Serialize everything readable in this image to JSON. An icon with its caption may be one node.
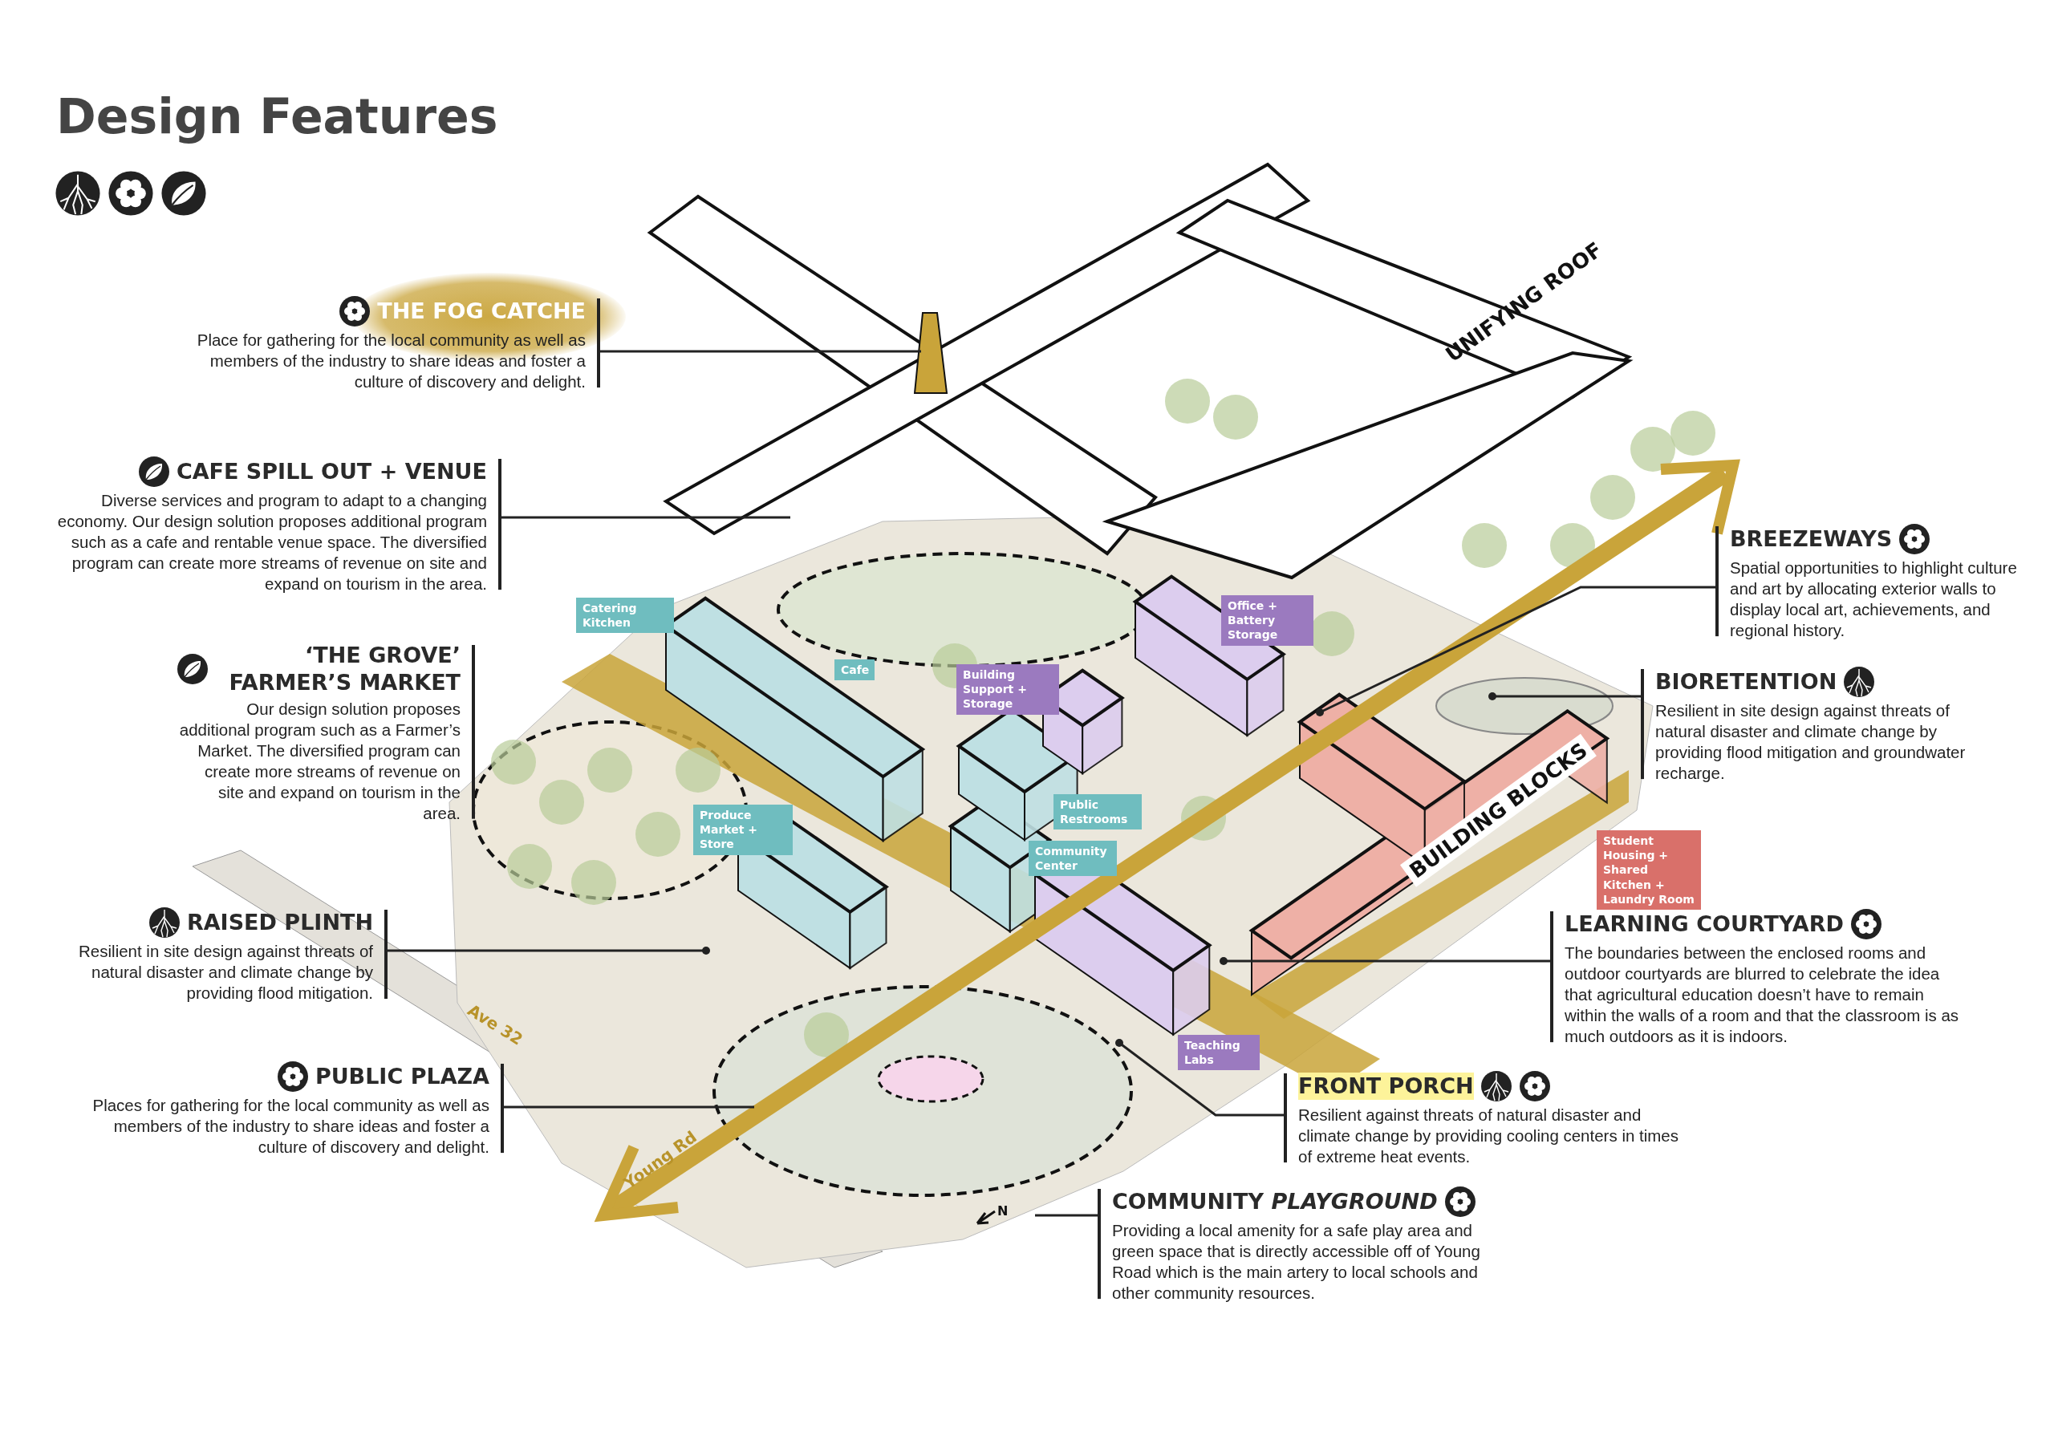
{
  "diagram": {
    "title": "Design Features",
    "nodes": [
      {
        "text": [
          "THE FOG CATCHE",
          "Place for gathering for the local community as well as members of the industry to share ideas and foster a culture of discovery and delight."
        ]
      },
      {
        "text": [
          "CAFE SPILL OUT + VENUE",
          "Diverse services and program to adapt to a changing economy. Our design solution proposes additional program such as a cafe and rentable venue space. The diversified program can create more streams of revenue on site and expand on tourism in the area."
        ]
      },
      {
        "text": [
          "‘THE GROVE’ FARMER’S MARKET",
          "Our design solution proposes additional program such as a Farmer’s Market. The diversified program can create more streams of revenue on site and expand on tourism in the area."
        ]
      },
      {
        "text": [
          "RAISED PLINTH",
          "Resilient in site design against threats of natural disaster and climate change by providing flood mitigation."
        ]
      },
      {
        "text": [
          "PUBLIC PLAZA",
          "Places for gathering for the local community as well as members of the industry to share ideas and foster a culture of discovery and delight."
        ]
      },
      {
        "text": [
          "BREEZEWAYS",
          "Spatial opportunities to highlight culture and art by allocating exterior walls to display local art, achievements, and regional history."
        ]
      },
      {
        "text": [
          "BIORETENTION",
          "Resilient in site design against threats of natural disaster and climate change by providing flood mitigation and groundwater recharge."
        ]
      },
      {
        "text": [
          "LEARNING COURTYARD",
          "The boundaries between the enclosed rooms and outdoor courtyards are blurred to celebrate the idea that agricultural education doesn’t have to remain within the walls of a room and that the classroom is as much outdoors as it is indoors."
        ]
      },
      {
        "text": [
          "FRONT PORCH",
          "Resilient against threats of natural disaster and climate change by providing cooling centers in times of extreme heat events."
        ]
      },
      {
        "text": [
          "COMMUNITY *PLAYGROUND*",
          "Providing a local amenity for a safe play area and green space that is directly accessible off of Young Road which is the main artery to local schools and other community resources."
        ]
      },
      {
        "text": [
          "Catering Kitchen"
        ]
      },
      {
        "text": [
          "Cafe"
        ]
      },
      {
        "text": [
          "Building Support + Storage"
        ]
      },
      {
        "text": [
          "Office + Battery Storage"
        ]
      },
      {
        "text": [
          "Produce Market + Store"
        ]
      },
      {
        "text": [
          "Public Restrooms"
        ]
      },
      {
        "text": [
          "Community Center"
        ]
      },
      {
        "text": [
          "Student Housing + Shared Kitchen + Laundry Room"
        ]
      },
      {
        "text": [
          "Teaching Labs"
        ]
      }
    ],
    "edges": [
      {
        "from": 0,
        "to": null,
        "arrow": "none"
      },
      {
        "from": 1,
        "to": null,
        "arrow": "none"
      },
      {
        "from": 3,
        "to": null,
        "arrow": "other"
      },
      {
        "from": 4,
        "to": null,
        "arrow": "none"
      },
      {
        "from": 5,
        "to": null,
        "arrow": "other"
      },
      {
        "from": 6,
        "to": null,
        "arrow": "other"
      },
      {
        "from": 7,
        "to": null,
        "arrow": "other"
      },
      {
        "from": 8,
        "to": null,
        "arrow": "other"
      },
      {
        "from": 9,
        "to": null,
        "arrow": "none"
      }
    ],
    "labels": [
      "UNIFYING ROOF",
      "BUILDING BLOCKS",
      "Ave 32",
      "Young Rd",
      "N"
    ]
  }
}
